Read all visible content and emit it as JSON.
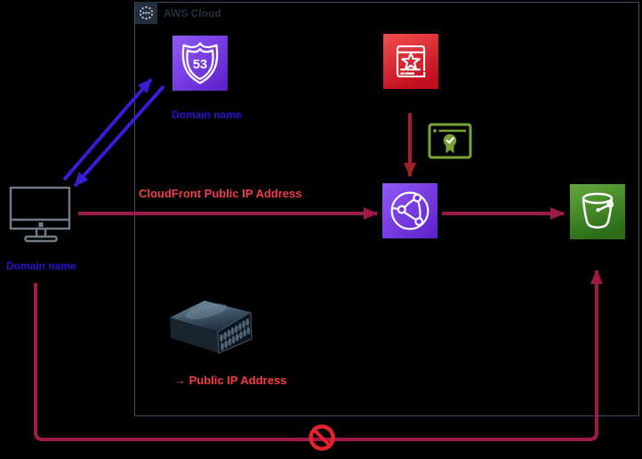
{
  "container": {
    "label": "AWS Cloud",
    "logo_icon": "aws-cloud-icon",
    "border_color": "#3E4E60",
    "header_color": "#232F3E"
  },
  "nodes": {
    "route53": {
      "icon": "route53-icon",
      "badge": "53",
      "caption": "Domain name"
    },
    "web_app": {
      "icon": "web-application-icon"
    },
    "certificate": {
      "icon": "ssl-certificate-icon"
    },
    "cloudfront": {
      "icon": "cloudfront-icon"
    },
    "s3_bucket": {
      "icon": "s3-bucket-icon"
    },
    "client": {
      "icon": "user-computer-icon",
      "caption": "Domain name"
    },
    "server": {
      "icon": "origin-server-icon",
      "caption": "→ Public IP Address"
    }
  },
  "edges": {
    "dns_lookup": {
      "icon": "double-arrow",
      "color": "#3B1AD8"
    },
    "cloudfront_request": {
      "label": "CloudFront Public IP Address",
      "label_color": "#EF3E4F",
      "color": "#A0194B"
    },
    "origin_fetch": {
      "color": "#A0194B"
    },
    "certificate_attach": {
      "color": "#A32028"
    },
    "direct_access": {
      "color": "#A0194B",
      "blocked_icon": "no-entry-icon",
      "blocked_color": "#E8212B"
    }
  },
  "palette": {
    "background": "#000000",
    "purple_gradient": [
      "#9259F8",
      "#5B1FC9"
    ],
    "red_gradient": [
      "#F24E4E",
      "#C20F1E"
    ],
    "green_gradient": [
      "#63A93C",
      "#2B6E17"
    ],
    "certificate_green": "#7AA336",
    "monitor_gray": "#727C88",
    "blue_text": "#2B12D0"
  }
}
